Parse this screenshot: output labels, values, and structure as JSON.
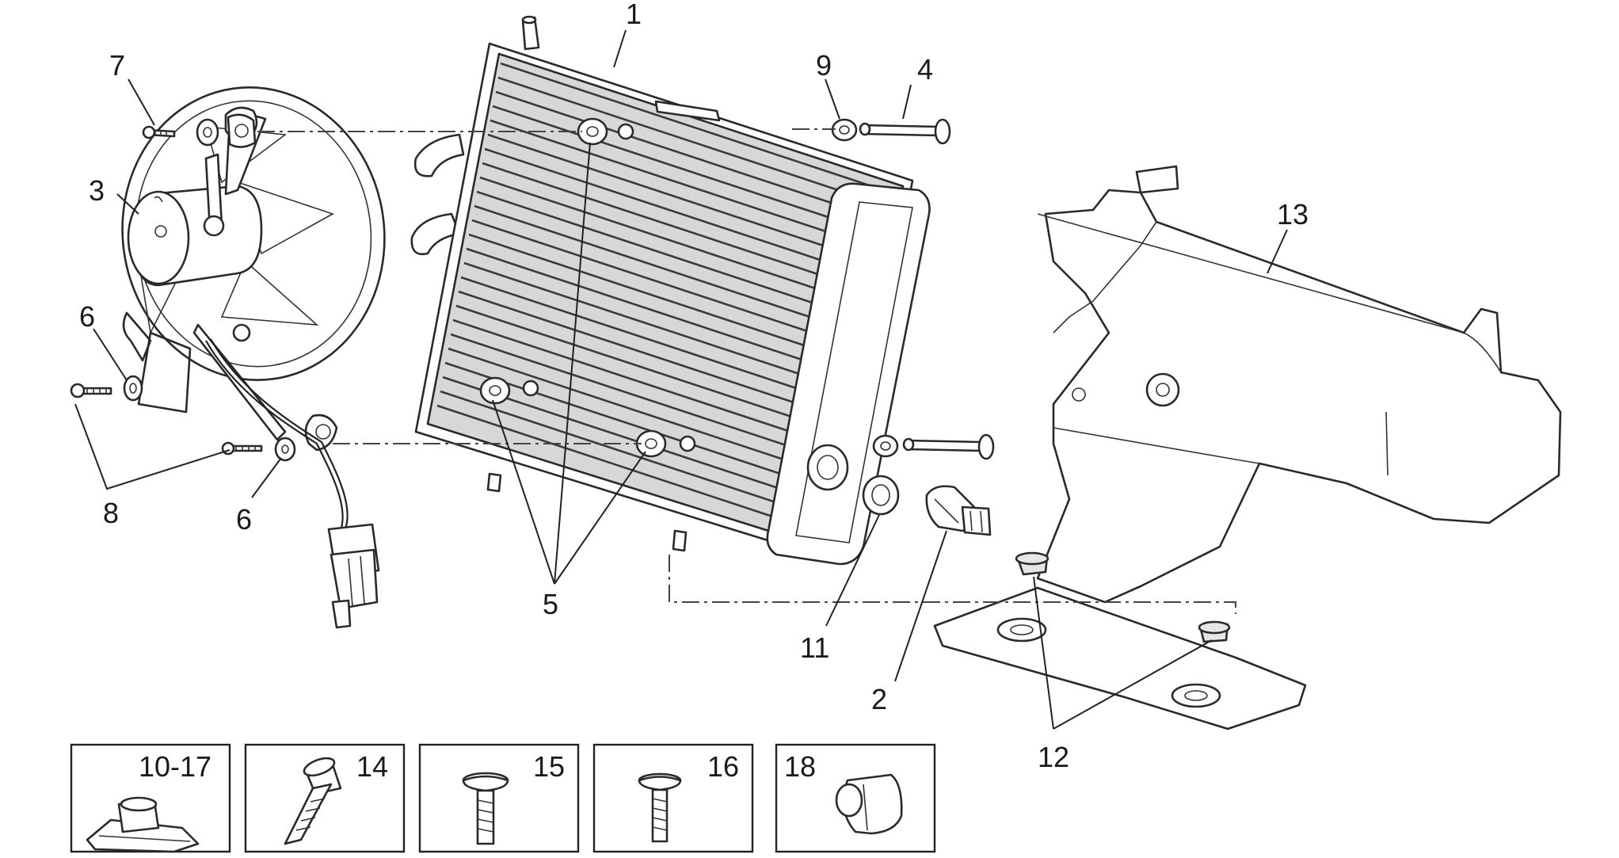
{
  "callouts": {
    "c1": "1",
    "c2": "2",
    "c3": "3",
    "c4": "4",
    "c5": "5",
    "c6a": "6",
    "c6b": "6",
    "c7": "7",
    "c8": "8",
    "c9": "9",
    "c11": "11",
    "c12": "12",
    "c13": "13"
  },
  "detail_boxes": [
    {
      "label": "10-17",
      "icon": "speed-nut-icon"
    },
    {
      "label": "14",
      "icon": "flange-bolt-icon"
    },
    {
      "label": "15",
      "icon": "button-head-screw-icon"
    },
    {
      "label": "16",
      "icon": "button-head-screw-icon"
    },
    {
      "label": "18",
      "icon": "rubber-cap-icon"
    }
  ]
}
